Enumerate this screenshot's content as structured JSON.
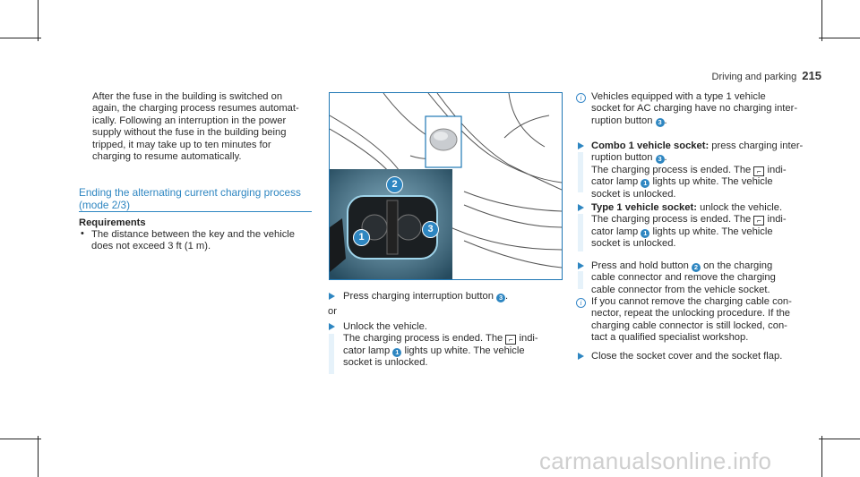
{
  "header": {
    "section": "Driving and parking",
    "page_number": "215"
  },
  "left": {
    "intro": "After the fuse in the building is switched on again, the charging process resumes automatically. Following an interruption in the power supply without the fuse in the building being tripped, it may take up to ten minutes for charging to resume automatically.",
    "intro_lines": [
      "After the fuse in the building is switched on",
      "again, the charging process resumes automat-",
      "ically. Following an interruption in the power",
      "supply without the fuse in the building being",
      "tripped, it may take up to ten minutes for",
      "charging to resume automatically."
    ],
    "section_title_lines": [
      "Ending the alternating current charging process",
      "(mode 2/3)"
    ],
    "requirements_label": "Requirements",
    "requirement_lines": [
      "The distance between the key and the vehicle",
      "does not exceed 3 ft (1 m)."
    ]
  },
  "middle": {
    "figure_labels": [
      "1",
      "2",
      "3"
    ],
    "step1": {
      "text": "Press charging interruption button",
      "badge": "3",
      "end": "."
    },
    "or": "or",
    "step2": {
      "line1": "Unlock the vehicle.",
      "line2_pre": "The charging process is ended. The",
      "line2_post": "indi-",
      "line3_pre": "cator lamp",
      "badge": "1",
      "line3_post": "lights up white. The vehicle",
      "line4": "socket is unlocked."
    }
  },
  "right": {
    "info1": {
      "line1": "Vehicles equipped with a type 1 vehicle",
      "line2": "socket for AC charging have no charging inter-",
      "line3_pre": "ruption button",
      "badge": "3",
      "line3_post": "."
    },
    "combo": {
      "label": "Combo 1 vehicle socket:",
      "line1_post": "press charging inter-",
      "line2_pre": "ruption button",
      "badge": "3",
      "line2_post": ".",
      "line3_pre": "The charging process is ended. The",
      "line3_post": "indi-",
      "line4_pre": "cator lamp",
      "badge2": "1",
      "line4_post": "lights up white. The vehicle",
      "line5": "socket is unlocked."
    },
    "type1": {
      "label": "Type 1 vehicle socket:",
      "line1_post": "unlock the vehicle.",
      "line2_pre": "The charging process is ended. The",
      "line2_post": "indi-",
      "line3_pre": "cator lamp",
      "badge": "1",
      "line3_post": "lights up white. The vehicle",
      "line4": "socket is unlocked."
    },
    "press_hold": {
      "line1_pre": "Press and hold button",
      "badge": "2",
      "line1_post": "on the charging",
      "line2": "cable connector and remove the charging",
      "line3": "cable connector from the vehicle socket."
    },
    "info2": {
      "line1": "If you cannot remove the charging cable con-",
      "line2": "nector, repeat the unlocking procedure. If the",
      "line3": "charging cable connector is still locked, con-",
      "line4": "tact a qualified specialist workshop."
    },
    "close": "Close the socket cover and the socket flap."
  },
  "footer": {
    "watermark": "carmanualsonline.info"
  }
}
